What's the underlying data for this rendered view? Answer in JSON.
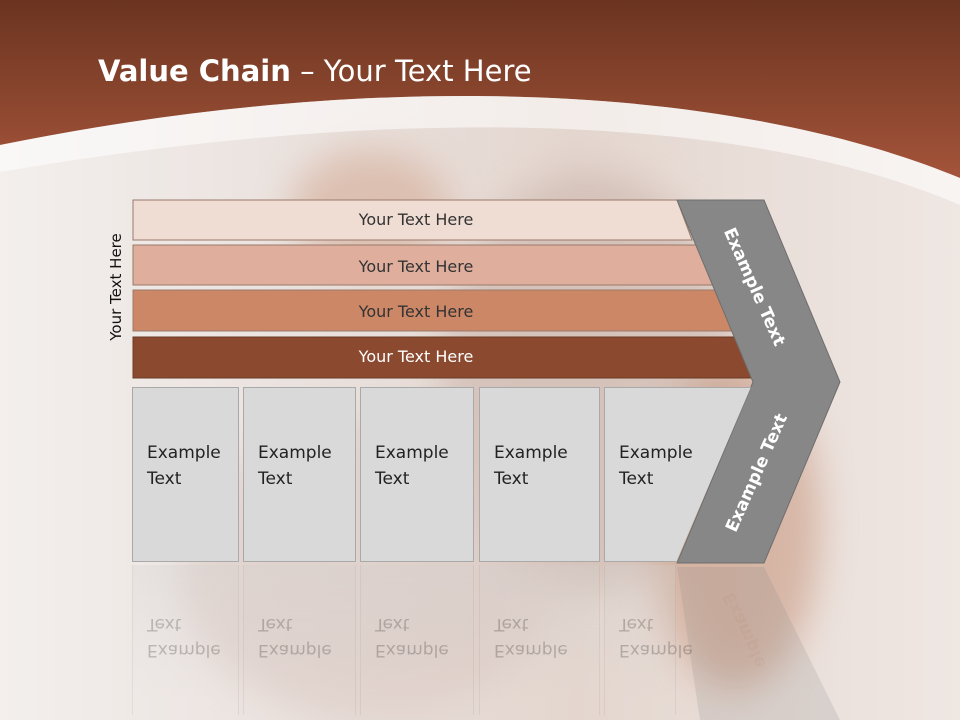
{
  "slide": {
    "title_bold": "Value Chain",
    "title_rest": " – Your Text Here"
  },
  "side_label": "Your Text Here",
  "bars": [
    {
      "label": "Your Text Here",
      "color": "#efdcd3"
    },
    {
      "label": "Your Text Here",
      "color": "#dfae9c"
    },
    {
      "label": "Your Text Here",
      "color": "#cc8766"
    },
    {
      "label": "Your Text Here",
      "color": "#8b4a2f"
    }
  ],
  "boxes": [
    {
      "line1": "Example",
      "line2": "Text"
    },
    {
      "line1": "Example",
      "line2": "Text"
    },
    {
      "line1": "Example",
      "line2": "Text"
    },
    {
      "line1": "Example",
      "line2": "Text"
    },
    {
      "line1": "Example",
      "line2": "Text"
    }
  ],
  "chevron": {
    "upper": "Example Text",
    "lower": "Example Text",
    "color": "#878787"
  },
  "colors": {
    "header_brown": "#8a4127",
    "box_fill": "#d9d9d9"
  }
}
